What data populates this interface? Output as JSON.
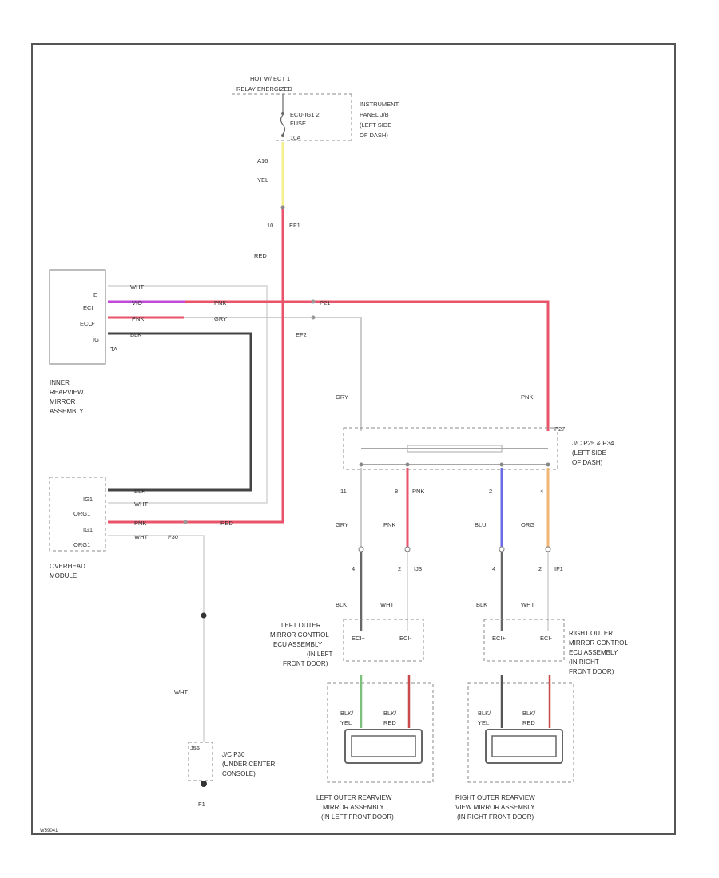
{
  "power": {
    "source": [
      "HOT W/ ECT 1",
      "RELAY ENERGIZED"
    ],
    "fuse": [
      "ECU-IG1 2",
      "FUSE"
    ],
    "fuse_amps": "10A",
    "location": [
      "INSTRUMENT",
      "PANEL J/B",
      "(LEFT SIDE",
      "OF DASH)"
    ]
  },
  "wires": {
    "w_a1": [
      "A16",
      "YEL"
    ],
    "w_a2": [
      "10",
      "EF1"
    ],
    "w_a3": "RED",
    "imgr_top": "WHT",
    "imgr_vio": "VIO",
    "imgr_pnk": "PNK",
    "imgr_blk": "BLK",
    "imgr_pnk2": "PNK",
    "imgr_gry": "GRY",
    "imgr_conn": "EF2",
    "imgr_tag": "P21",
    "gry_down": "GRY",
    "pnk_down": "PNK",
    "jc_top": "P27",
    "ovh_blk": "BLK",
    "ovh_wht": "WHT",
    "ovh_pnk": "PNK",
    "ovh_red": "RED",
    "ovh_wht2": "WHT",
    "ovh_tag": "F30",
    "gnd_wht": "WHT",
    "c1": [
      "11",
      "GRY"
    ],
    "c2": [
      "8",
      "PNK",
      "PNK"
    ],
    "c3": [
      "2",
      "BLU"
    ],
    "c4": [
      "4",
      "ORG"
    ],
    "l1": [
      "4",
      "BLK"
    ],
    "l2": [
      "2",
      "IJ3",
      "WHT"
    ],
    "r1": [
      "4",
      "BLK"
    ],
    "r2": [
      "2",
      "IF1",
      "WHT"
    ]
  },
  "inner_mirror": {
    "pins": [
      "E",
      "ECI",
      "ECO-",
      "IG",
      "TA"
    ],
    "label": [
      "INNER",
      "REARVIEW",
      "MIRROR",
      "ASSEMBLY"
    ]
  },
  "overhead": {
    "pins": [
      "IG1",
      "ORG1",
      "IG1",
      "ORG1"
    ],
    "label": [
      "OVERHEAD",
      "MODULE"
    ]
  },
  "jc": {
    "label": [
      "J/C P25 & P34",
      "(LEFT SIDE",
      "OF DASH)"
    ]
  },
  "left_ecu": {
    "pins": [
      "ECI+",
      "ECI-"
    ],
    "label": [
      "LEFT OUTER",
      "MIRROR CONTROL",
      "ECU ASSEMBLY",
      "(IN LEFT",
      "FRONT DOOR)"
    ]
  },
  "right_ecu": {
    "pins": [
      "ECI+",
      "ECI-"
    ],
    "label": [
      "RIGHT OUTER",
      "MIRROR CONTROL",
      "ECU ASSEMBLY",
      "(IN RIGHT",
      "FRONT DOOR)"
    ]
  },
  "left_mirror": {
    "wires": [
      "BLK/",
      "YEL",
      "BLK/",
      "RED"
    ],
    "label": [
      "LEFT OUTER REARVIEW",
      "MIRROR ASSEMBLY",
      "(IN LEFT FRONT DOOR)"
    ]
  },
  "right_mirror": {
    "wires": [
      "BLK/",
      "YEL",
      "BLK/",
      "RED"
    ],
    "label": [
      "RIGHT OUTER REARVIEW",
      "VIEW MIRROR ASSEMBLY",
      "(IN RIGHT FRONT DOOR)"
    ]
  },
  "ground_jc": {
    "tag": "J55",
    "label": [
      "J/C P30",
      "(UNDER CENTER",
      "CONSOLE)"
    ],
    "ground": "F1"
  },
  "footer_code": "W59041",
  "colors": {
    "yellow": "#f3ef8c",
    "red": "#e9546b",
    "pink": "#e9546b",
    "violet": "#c24ad9",
    "black": "#444444",
    "gray": "#c7c7c7",
    "blue": "#6a6ae8",
    "orange": "#f2b774",
    "green": "#7cc07c",
    "dark_red": "#c84a4a"
  }
}
